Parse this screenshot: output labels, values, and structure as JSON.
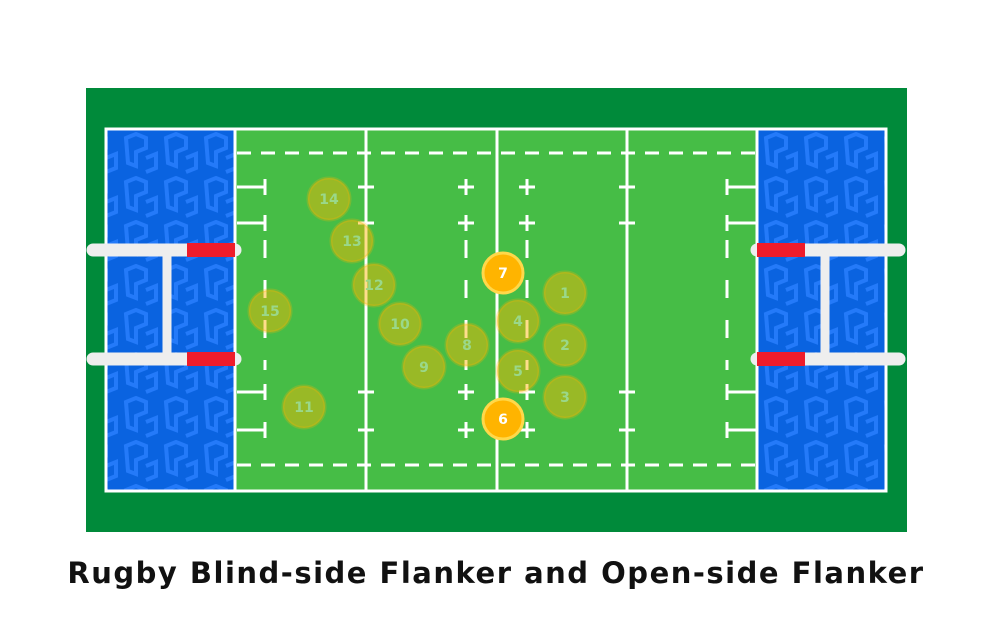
{
  "caption": "Rugby Blind-side Flanker and Open-side Flanker",
  "colors": {
    "surround": "#008a3a",
    "pitch": "#46bd46",
    "in_goal": "#0a63e0",
    "in_goal_pattern": "#2a80ff",
    "lines": "#ffffff",
    "posts": "#eeeeee",
    "post_padding": "#ee1c2b",
    "player": "#ffb400",
    "highlighted_player": "#ffb400"
  },
  "players": [
    {
      "number": "14",
      "highlighted": false
    },
    {
      "number": "13",
      "highlighted": false
    },
    {
      "number": "12",
      "highlighted": false
    },
    {
      "number": "15",
      "highlighted": false
    },
    {
      "number": "10",
      "highlighted": false
    },
    {
      "number": "8",
      "highlighted": false
    },
    {
      "number": "9",
      "highlighted": false
    },
    {
      "number": "11",
      "highlighted": false
    },
    {
      "number": "7",
      "highlighted": true
    },
    {
      "number": "6",
      "highlighted": true
    },
    {
      "number": "1",
      "highlighted": false
    },
    {
      "number": "4",
      "highlighted": false
    },
    {
      "number": "2",
      "highlighted": false
    },
    {
      "number": "5",
      "highlighted": false
    },
    {
      "number": "3",
      "highlighted": false
    }
  ]
}
